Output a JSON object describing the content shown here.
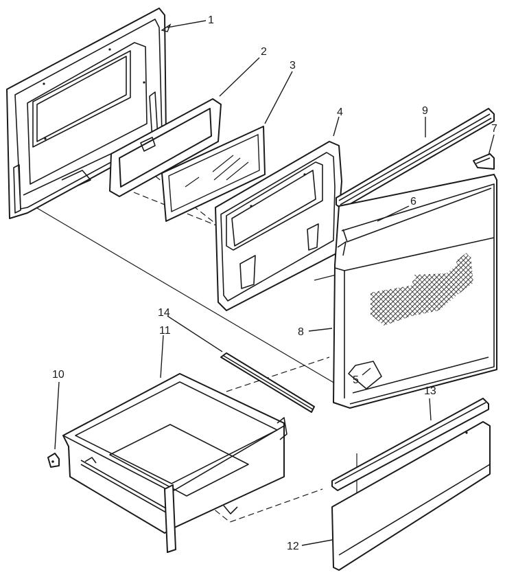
{
  "diagram": {
    "callouts": [
      {
        "label": "1"
      },
      {
        "label": "2"
      },
      {
        "label": "3"
      },
      {
        "label": "4"
      },
      {
        "label": "5"
      },
      {
        "label": "6"
      },
      {
        "label": "7"
      },
      {
        "label": "8"
      },
      {
        "label": "9"
      },
      {
        "label": "10"
      },
      {
        "label": "11"
      },
      {
        "label": "12"
      },
      {
        "label": "13"
      },
      {
        "label": "14"
      }
    ]
  }
}
